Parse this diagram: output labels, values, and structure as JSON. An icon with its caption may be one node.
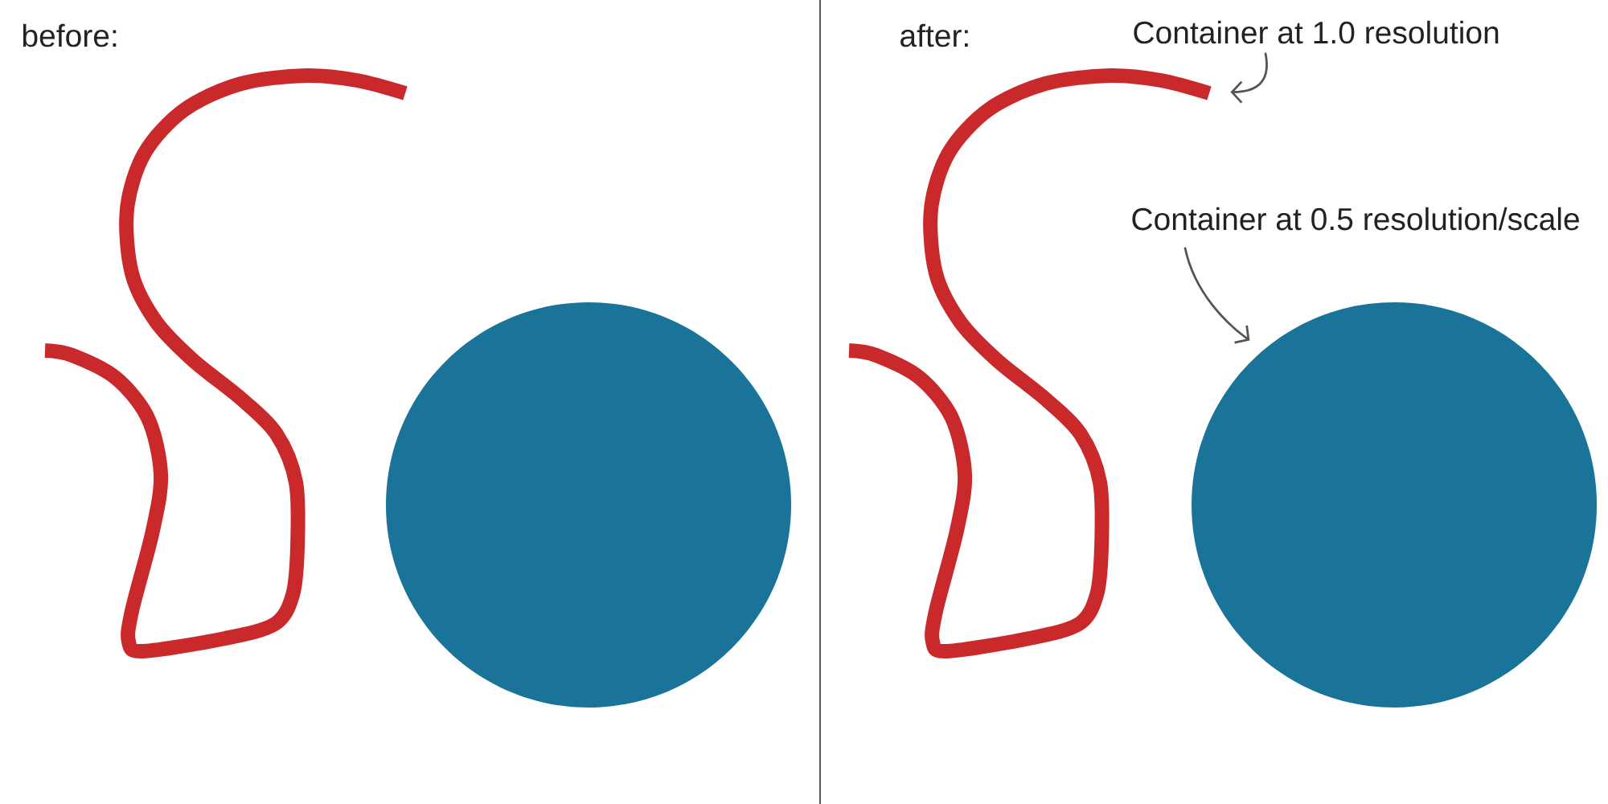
{
  "diagram": {
    "nodes": [
      {
        "text": [],
        "shape": "curve"
      },
      {
        "text": [],
        "shape": "circle"
      },
      {
        "text": [
          "Container at 1.0 resolution"
        ]
      },
      {
        "text": [],
        "shape": "curve"
      },
      {
        "text": [
          "Container at 0.5 resolution/scale"
        ]
      },
      {
        "text": [],
        "shape": "circle"
      }
    ],
    "edges": [
      {
        "from": 2,
        "to": 3,
        "arrow": "to"
      },
      {
        "from": 4,
        "to": 5,
        "arrow": "to"
      }
    ],
    "labels": [
      "before:",
      "after:"
    ]
  }
}
